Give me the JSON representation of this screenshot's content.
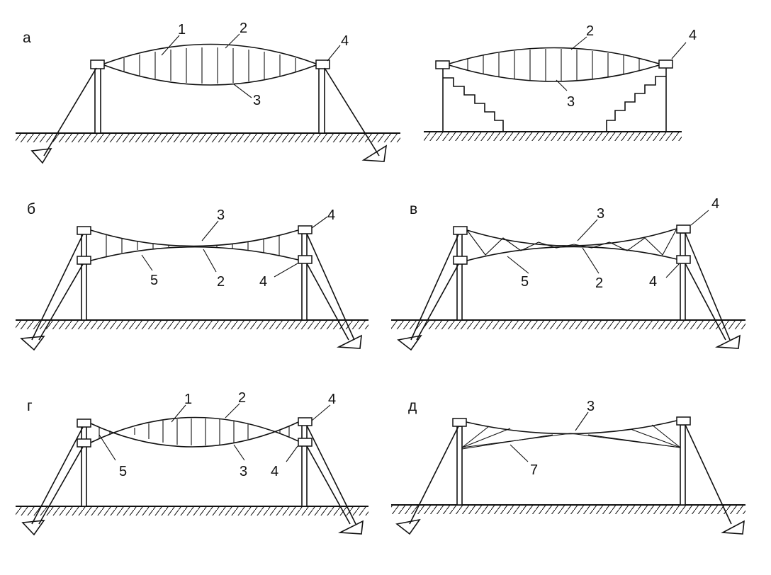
{
  "panels": [
    {
      "id": "a1",
      "letter": "а",
      "labels": [
        "1",
        "2",
        "3",
        "4"
      ]
    },
    {
      "id": "a2",
      "letter": "",
      "labels": [
        "2",
        "3",
        "4"
      ]
    },
    {
      "id": "b",
      "letter": "б",
      "labels": [
        "3",
        "4",
        "5",
        "2",
        "4"
      ]
    },
    {
      "id": "v",
      "letter": "в",
      "labels": [
        "3",
        "4",
        "5",
        "2",
        "4"
      ]
    },
    {
      "id": "g",
      "letter": "г",
      "labels": [
        "1",
        "2",
        "4",
        "5",
        "3",
        "4"
      ]
    },
    {
      "id": "d",
      "letter": "д",
      "labels": [
        "3",
        "7"
      ]
    }
  ]
}
